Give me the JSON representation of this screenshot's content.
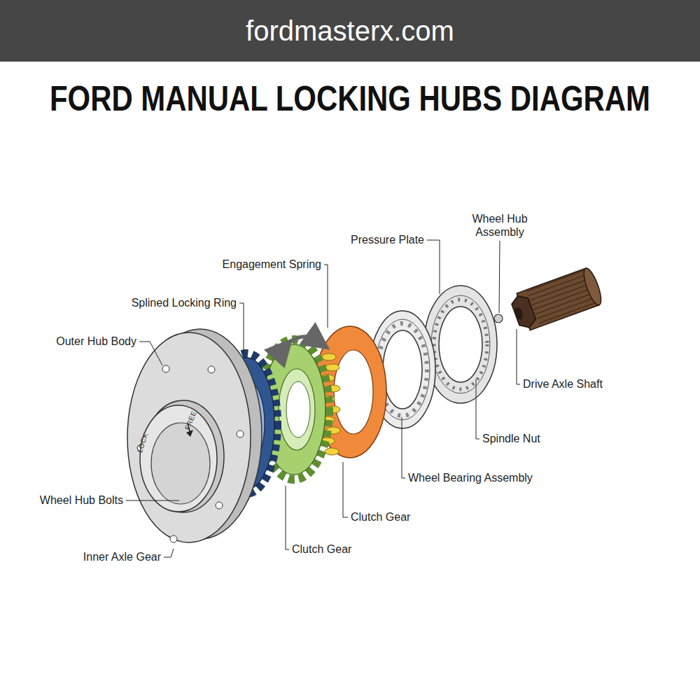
{
  "diagram": {
    "title": "FORD MANUAL LOCKING HUBS DIAGRAM",
    "nodes": [
      {
        "text": [
          "fordmasterx.com"
        ]
      }
    ],
    "labels": [
      "Wheel Hub Assembly",
      "Pressure Plate",
      "Engagement Spring",
      "Splined Locking Ring",
      "Outer Hub Body",
      "Drive Axle Shaft",
      "Spindle Nut",
      "Wheel Bearing Assembly",
      "Wheel Hub Bolts",
      "Clutch Gear",
      "Clutch Gear",
      "Inner Axle Gear",
      "LOCK",
      "FREE"
    ]
  }
}
